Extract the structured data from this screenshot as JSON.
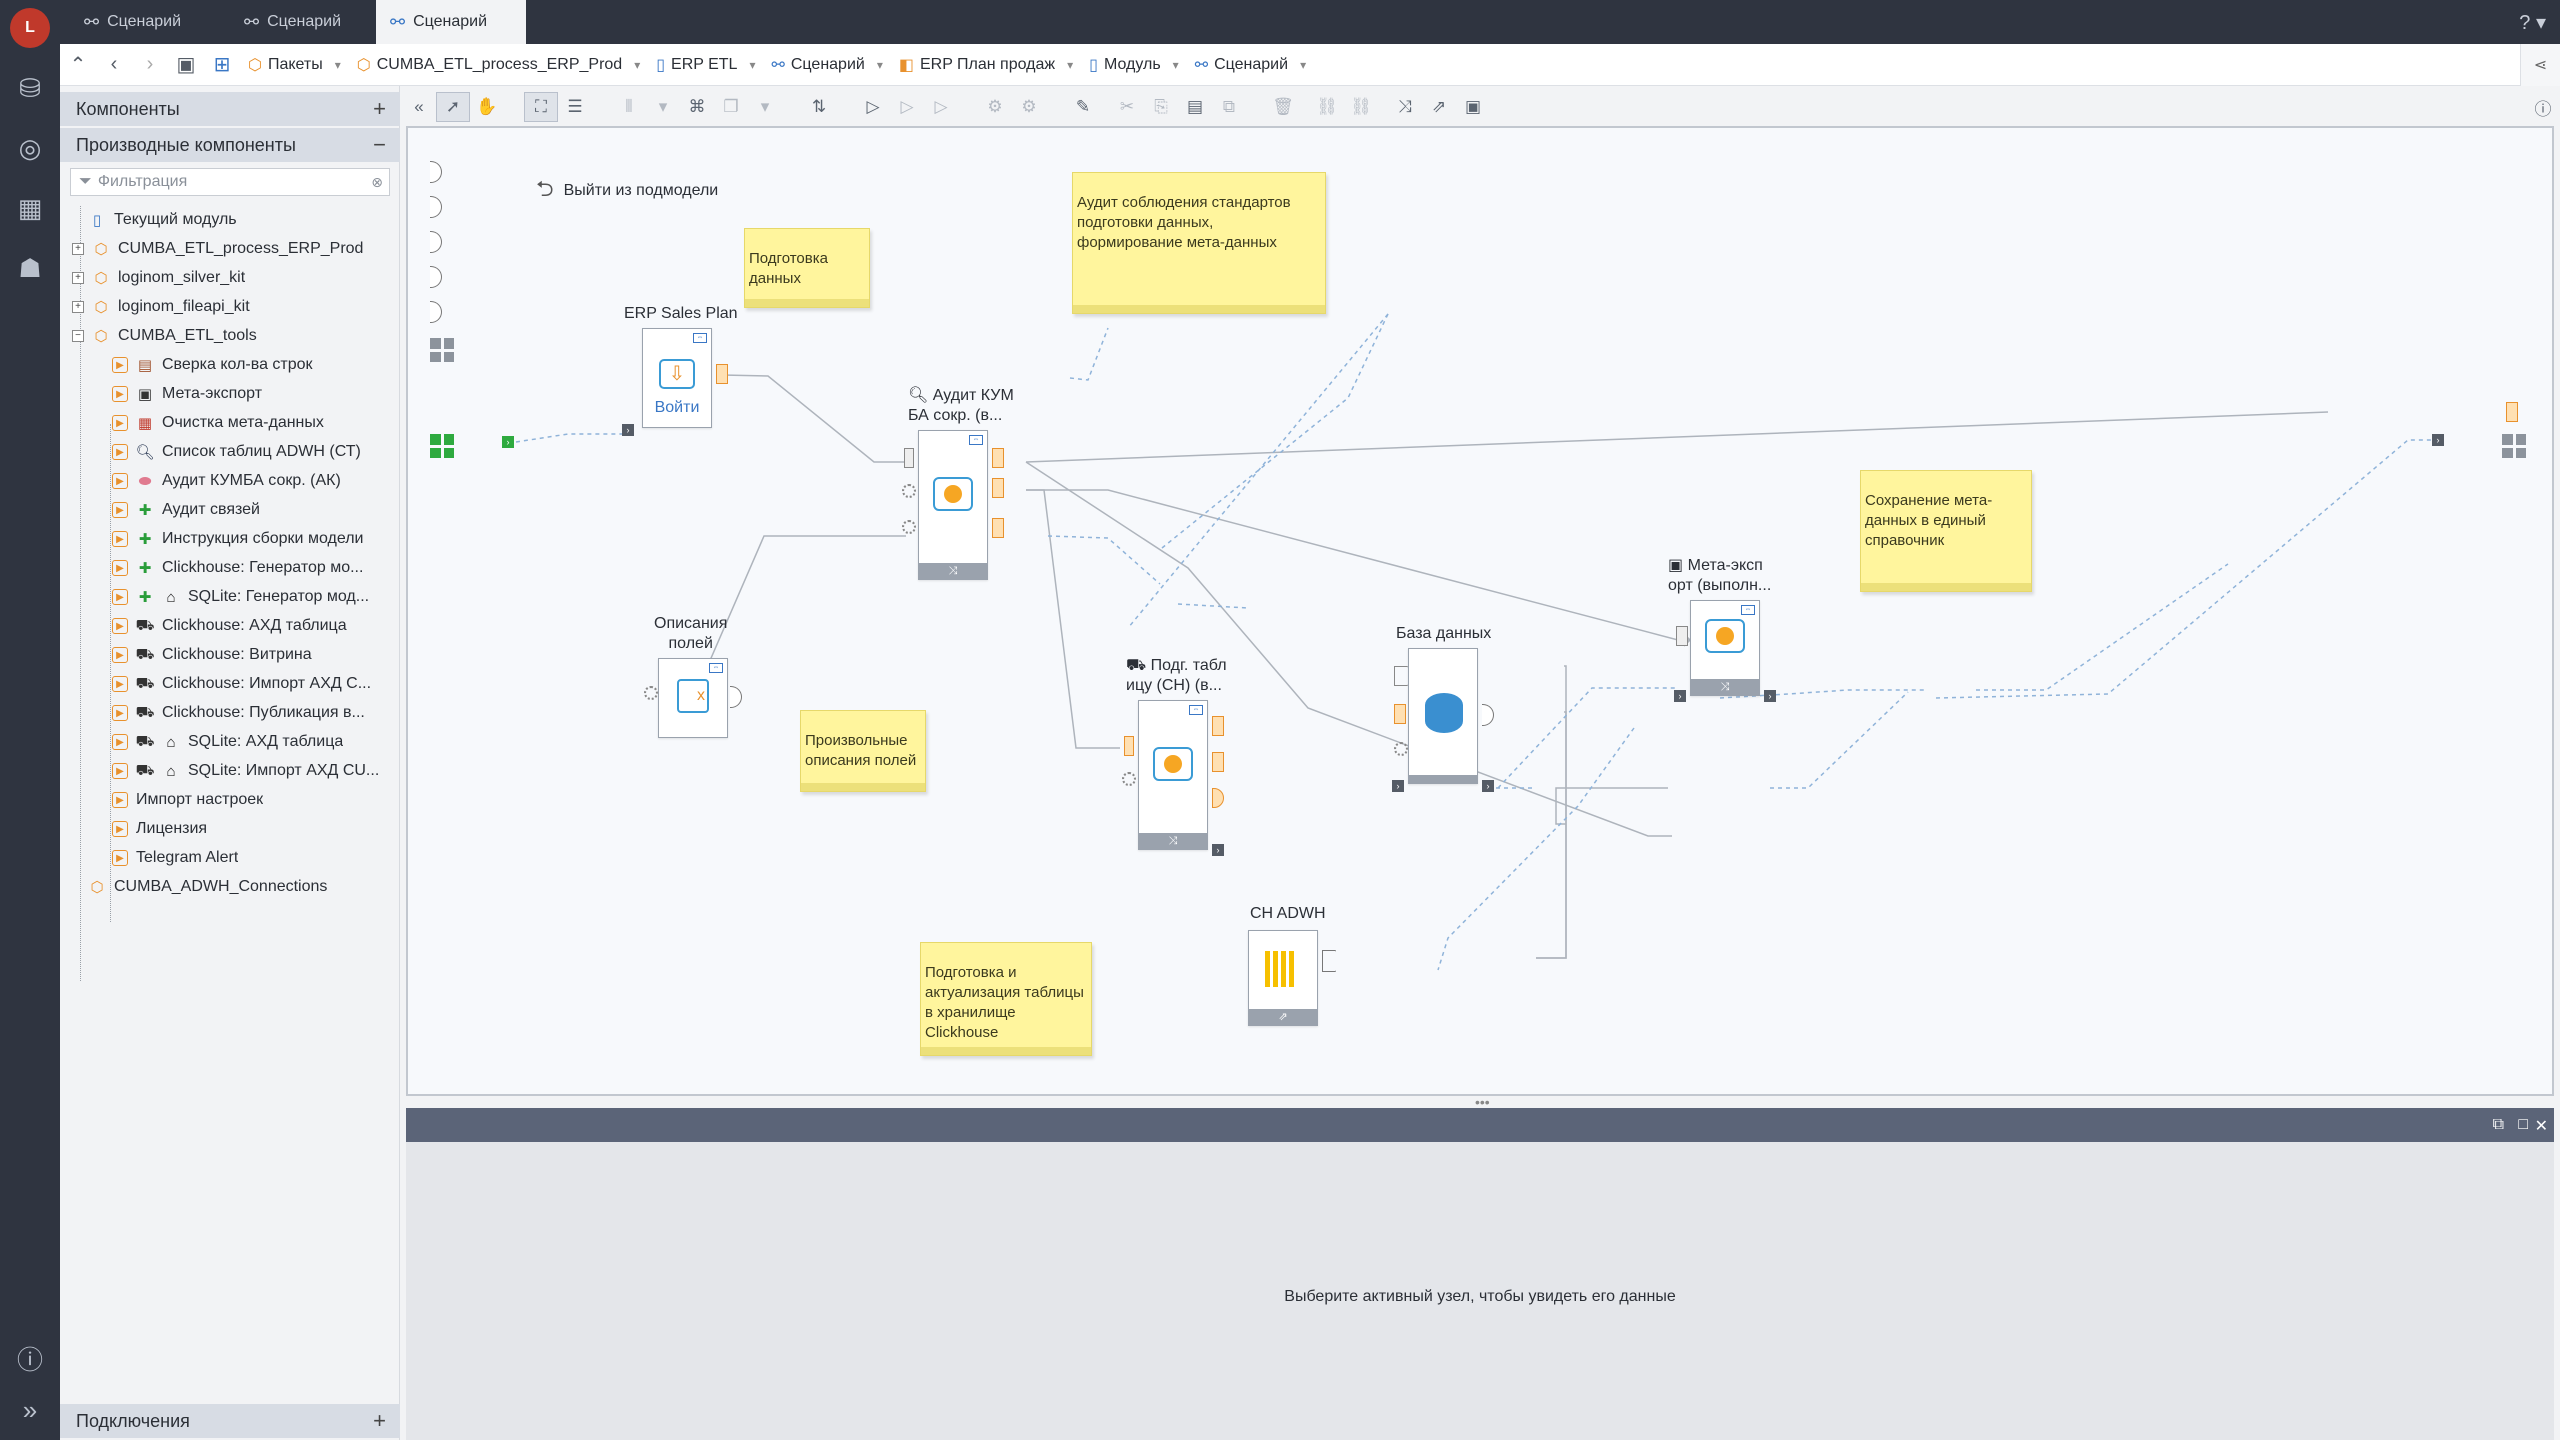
{
  "app": {
    "tabs": [
      {
        "label": "Сценарий"
      },
      {
        "label": "Сценарий"
      },
      {
        "label": "Сценарий"
      }
    ],
    "help": "?"
  },
  "breadcrumbs": [
    {
      "label": "Пакеты"
    },
    {
      "label": "CUMBA_ETL_process_ERP_Prod"
    },
    {
      "label": "ERP ETL"
    },
    {
      "label": "Сценарий"
    },
    {
      "label": "ERP План продаж"
    },
    {
      "label": "Модуль"
    },
    {
      "label": "Сценарий"
    }
  ],
  "left_panel": {
    "components_title": "Компоненты",
    "derived_title": "Производные компоненты",
    "filter_placeholder": "Фильтрация",
    "connections_title": "Подключения",
    "tree": [
      {
        "label": "Текущий модуль"
      },
      {
        "label": "CUMBA_ETL_process_ERP_Prod"
      },
      {
        "label": "loginom_silver_kit"
      },
      {
        "label": "loginom_fileapi_kit"
      },
      {
        "label": "CUMBA_ETL_tools"
      },
      {
        "label": "Сверка кол-ва строк"
      },
      {
        "label": "Мета-экспорт"
      },
      {
        "label": "Очистка мета-данных"
      },
      {
        "label": "Список таблиц ADWH (СТ)"
      },
      {
        "label": "Аудит КУМБА сокр. (АК)"
      },
      {
        "label": "Аудит связей"
      },
      {
        "label": "Инструкция сборки модели"
      },
      {
        "label": "Clickhouse: Генератор мо..."
      },
      {
        "label": "SQLite: Генератор мод..."
      },
      {
        "label": "Clickhouse: АХД таблица"
      },
      {
        "label": "Clickhouse: Витрина"
      },
      {
        "label": "Clickhouse: Импорт АХД С..."
      },
      {
        "label": "Clickhouse: Публикация в..."
      },
      {
        "label": "SQLite: АХД таблица"
      },
      {
        "label": "SQLite: Импорт АХД CU..."
      },
      {
        "label": "Импорт настроек"
      },
      {
        "label": "Лицензия"
      },
      {
        "label": "Telegram Alert"
      },
      {
        "label": "CUMBA_ADWH_Connections"
      }
    ]
  },
  "canvas": {
    "exit_label": "Выйти из подмодели",
    "notes": {
      "prep": "Подготовка данных",
      "audit": "Аудит соблюдения стандартов подготовки данных, формирование мета-данных",
      "desc": "Произвольные описания полей",
      "save": "Сохранение мета-данных в единый справочник",
      "ch": "Подготовка и актуализация таблицы в хранилище Clickhouse"
    },
    "nodes": {
      "erp": {
        "title": "ERP Sales Plan",
        "action": "Войти"
      },
      "audit": {
        "title1": "Аудит КУМ",
        "title2": "БА сокр. (в..."
      },
      "desc": {
        "title1": "Описания",
        "title2": "полей"
      },
      "prep": {
        "title1": "Подг. табл",
        "title2": "ицу (CH) (в..."
      },
      "db": {
        "title": "База данных"
      },
      "meta": {
        "title1": "Мета-эксп",
        "title2": "орт (выполн..."
      },
      "chadwh": {
        "title": "CH ADWH"
      }
    }
  },
  "bottom_panel": {
    "message": "Выберите активный узел, чтобы увидеть его данные"
  },
  "colors": {
    "rail": "#2f3440",
    "accent_orange": "#e8912d",
    "accent_blue": "#3a77c5",
    "note_yellow": "#fff59d",
    "panel_header": "#5b6478"
  }
}
